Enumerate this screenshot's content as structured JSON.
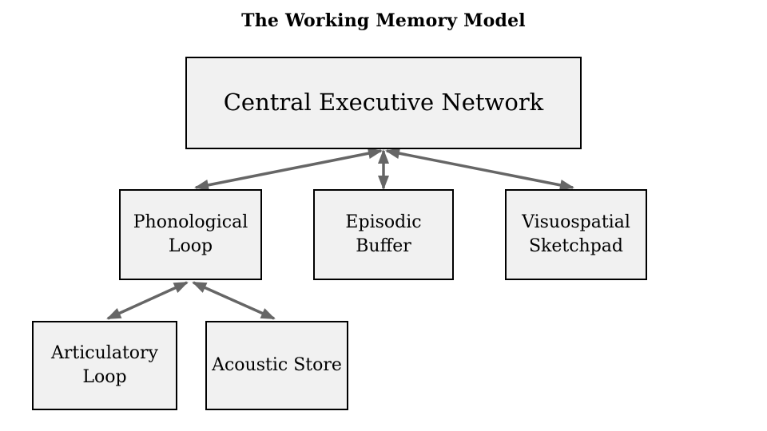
{
  "title": "The Working Memory Model",
  "colors": {
    "background": "#ffffff",
    "box_fill": "#f1f1f1",
    "box_border": "#000000",
    "arrow": "#666666",
    "text": "#000000"
  },
  "nodes": [
    {
      "id": "central-executive",
      "label": "Central Executive Network"
    },
    {
      "id": "phonological-loop",
      "label": "Phonological Loop"
    },
    {
      "id": "episodic-buffer",
      "label": "Episodic Buffer"
    },
    {
      "id": "visuospatial-sketchpad",
      "label": "Visuospatial Sketchpad"
    },
    {
      "id": "articulatory-loop",
      "label": "Articulatory Loop"
    },
    {
      "id": "acoustic-store",
      "label": "Acoustic Store"
    }
  ],
  "connections": [
    {
      "from": "central-executive",
      "to": "phonological-loop",
      "type": "bidirectional"
    },
    {
      "from": "central-executive",
      "to": "episodic-buffer",
      "type": "bidirectional"
    },
    {
      "from": "central-executive",
      "to": "visuospatial-sketchpad",
      "type": "bidirectional"
    },
    {
      "from": "phonological-loop",
      "to": "articulatory-loop",
      "type": "bidirectional"
    },
    {
      "from": "phonological-loop",
      "to": "acoustic-store",
      "type": "bidirectional"
    }
  ]
}
